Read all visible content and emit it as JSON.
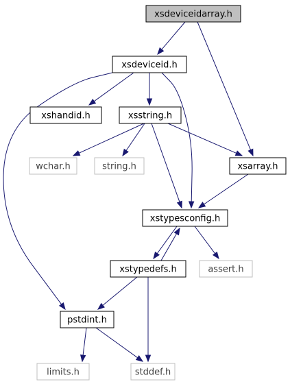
{
  "colors": {
    "edge": "#191970",
    "root_fill": "#bfbfbf",
    "node_fill": "#ffffff",
    "node_stroke": "#000000",
    "external_stroke": "#bfbfbf",
    "external_text": "#3f3f3f"
  },
  "nodes": [
    {
      "id": "xsdeviceidarray",
      "label": "xsdeviceidarray.h",
      "kind": "root"
    },
    {
      "id": "xsdeviceid",
      "label": "xsdeviceid.h",
      "kind": "local"
    },
    {
      "id": "xshandid",
      "label": "xshandid.h",
      "kind": "local"
    },
    {
      "id": "xsstring",
      "label": "xsstring.h",
      "kind": "local"
    },
    {
      "id": "wchar",
      "label": "wchar.h",
      "kind": "external"
    },
    {
      "id": "string",
      "label": "string.h",
      "kind": "external"
    },
    {
      "id": "xsarray",
      "label": "xsarray.h",
      "kind": "local"
    },
    {
      "id": "xstypesconfig",
      "label": "xstypesconfig.h",
      "kind": "local"
    },
    {
      "id": "xstypedefs",
      "label": "xstypedefs.h",
      "kind": "local"
    },
    {
      "id": "assert",
      "label": "assert.h",
      "kind": "external"
    },
    {
      "id": "pstdint",
      "label": "pstdint.h",
      "kind": "local"
    },
    {
      "id": "limits",
      "label": "limits.h",
      "kind": "external"
    },
    {
      "id": "stddef",
      "label": "stddef.h",
      "kind": "external"
    }
  ],
  "edges": [
    {
      "from": "xsdeviceidarray",
      "to": "xsdeviceid"
    },
    {
      "from": "xsdeviceidarray",
      "to": "xsarray"
    },
    {
      "from": "xsdeviceid",
      "to": "xshandid"
    },
    {
      "from": "xsdeviceid",
      "to": "xsstring"
    },
    {
      "from": "xsdeviceid",
      "to": "xstypesconfig"
    },
    {
      "from": "xsdeviceid",
      "to": "pstdint"
    },
    {
      "from": "xsstring",
      "to": "wchar"
    },
    {
      "from": "xsstring",
      "to": "string"
    },
    {
      "from": "xsstring",
      "to": "xsarray"
    },
    {
      "from": "xsstring",
      "to": "xstypesconfig"
    },
    {
      "from": "xsarray",
      "to": "xstypesconfig"
    },
    {
      "from": "xstypesconfig",
      "to": "xstypedefs"
    },
    {
      "from": "xstypesconfig",
      "to": "assert"
    },
    {
      "from": "xstypedefs",
      "to": "xstypesconfig"
    },
    {
      "from": "xstypedefs",
      "to": "pstdint"
    },
    {
      "from": "xstypedefs",
      "to": "stddef"
    },
    {
      "from": "pstdint",
      "to": "limits"
    },
    {
      "from": "pstdint",
      "to": "stddef"
    }
  ]
}
